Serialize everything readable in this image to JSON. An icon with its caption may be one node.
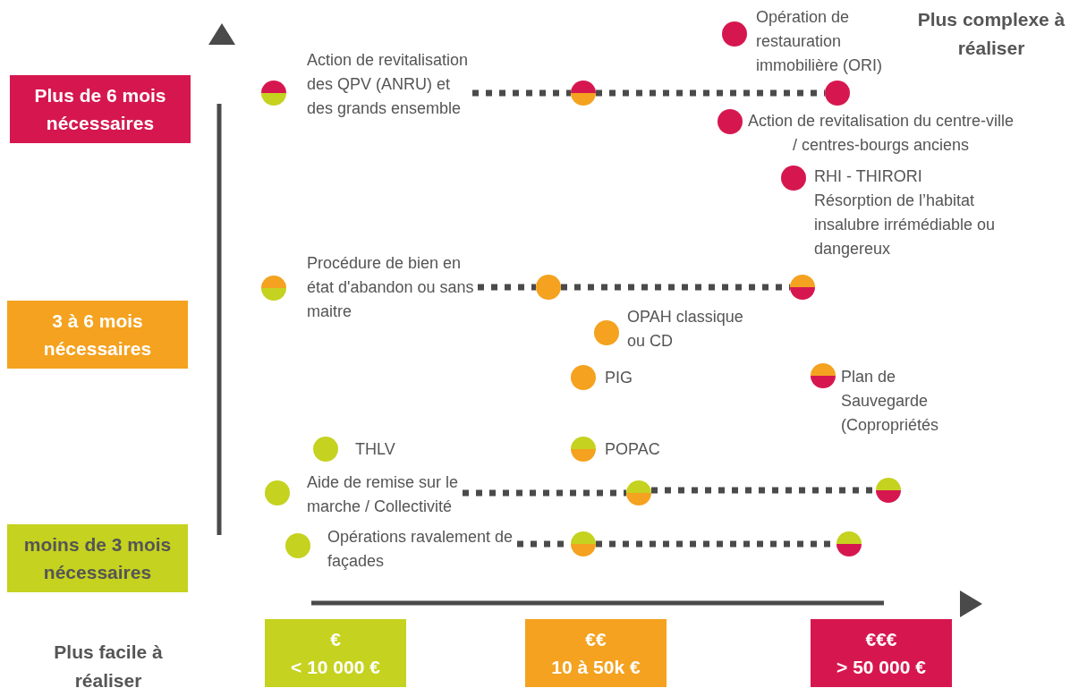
{
  "diagram": {
    "nodes": [
      {
        "text": [
          "Plus de 6 mois nécessaires"
        ]
      },
      {
        "text": [
          "Action de revitalisation des QPV (ANRU) et des grands ensemble"
        ]
      },
      {
        "text": [],
        "shape": "circle"
      },
      {
        "text": [],
        "shape": "circle"
      },
      {
        "text": [
          "Opération de restauration immobilière (ORI)"
        ]
      },
      {
        "text": [
          "Action de revitalisation du centre-ville / centres-bourgs anciens"
        ]
      },
      {
        "text": [
          "RHI - THIRORI",
          "Résorption de l’habitat insalubre irrémédiable ou dangereux"
        ]
      },
      {
        "text": [
          "Procédure de bien en état d'abandon ou sans maitre"
        ]
      },
      {
        "text": [],
        "shape": "circle"
      },
      {
        "text": [],
        "shape": "circle"
      },
      {
        "text": [
          "3 à 6 mois nécessaires"
        ]
      },
      {
        "text": [
          "OPAH classique ou CD"
        ]
      },
      {
        "text": [
          "PIG"
        ]
      },
      {
        "text": [
          "Plan de Sauvegarde (Copropriétés"
        ]
      },
      {
        "text": [
          "THLV"
        ]
      },
      {
        "text": [
          "POPAC"
        ]
      },
      {
        "text": [
          "Aide de remise sur le marche / Collectivité"
        ]
      },
      {
        "text": [],
        "shape": "circle"
      },
      {
        "text": [],
        "shape": "circle"
      },
      {
        "text": [
          "moins de 3 mois nécessaires"
        ]
      },
      {
        "text": [
          "Opérations ravalement de façades"
        ]
      },
      {
        "text": [],
        "shape": "circle"
      },
      {
        "text": [],
        "shape": "circle"
      },
      {
        "text": [
          "€",
          "< 10 000 €"
        ]
      },
      {
        "text": [
          "€€",
          "10 à 50k €"
        ]
      },
      {
        "text": [
          "€€€",
          "> 50 000 €"
        ]
      }
    ],
    "edges": [
      {
        "from": 1,
        "to": 2,
        "arrow": "none",
        "style": "dashed"
      },
      {
        "from": 2,
        "to": 3,
        "arrow": "none",
        "style": "dashed"
      },
      {
        "from": 7,
        "to": 8,
        "arrow": "none",
        "style": "dashed"
      },
      {
        "from": 8,
        "to": 9,
        "arrow": "none",
        "style": "dashed"
      },
      {
        "from": 16,
        "to": 17,
        "arrow": "none",
        "style": "dashed"
      },
      {
        "from": 17,
        "to": 18,
        "arrow": "none",
        "style": "dashed"
      },
      {
        "from": 20,
        "to": 21,
        "arrow": "none",
        "style": "dashed"
      },
      {
        "from": 21,
        "to": 22,
        "arrow": "none",
        "style": "dashed"
      }
    ],
    "labels": [
      "Plus complexe à réaliser",
      "Plus facile à réaliser"
    ]
  }
}
